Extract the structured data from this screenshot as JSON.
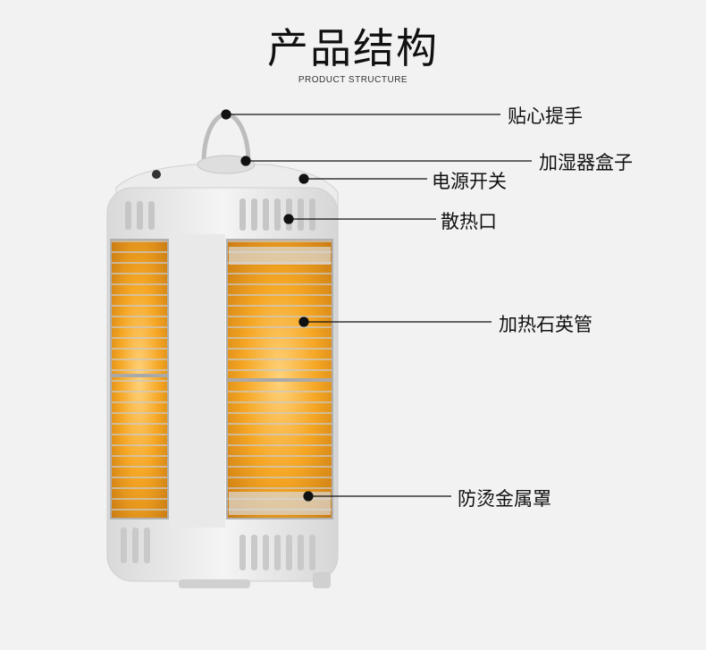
{
  "title": "产品结构",
  "subtitle": "PRODUCT STRUCTURE",
  "callouts": [
    {
      "id": "handle",
      "label": "贴心提手"
    },
    {
      "id": "humidifier",
      "label": "加湿器盒子"
    },
    {
      "id": "power",
      "label": "电源开关"
    },
    {
      "id": "vent",
      "label": "散热口"
    },
    {
      "id": "tube",
      "label": "加热石英管"
    },
    {
      "id": "cover",
      "label": "防烫金属罩"
    }
  ],
  "colors": {
    "background": "#f2f2f2",
    "body": "#e6e6e6",
    "glow": "#f5a623",
    "line": "#111111"
  }
}
